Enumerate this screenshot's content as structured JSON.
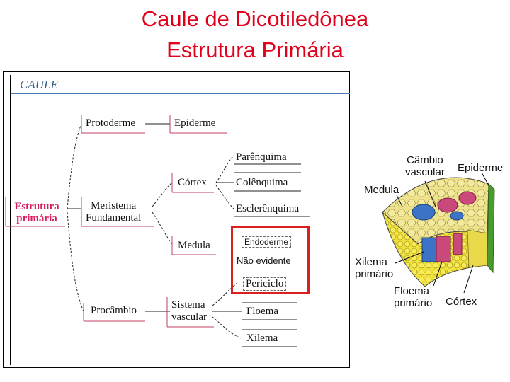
{
  "title_line1": "Caule de Dicotiledônea",
  "title_line2": "Estrutura Primária",
  "diagram": {
    "caule": "CAULE",
    "root": [
      "Estrutura",
      "primária"
    ],
    "protoderme": "Protoderme",
    "epiderme": "Epiderme",
    "meristema": [
      "Meristema",
      "Fundamental"
    ],
    "cortex": "Córtex",
    "parenquima": "Parênquima",
    "colenquima": "Colênquima",
    "esclerenquima": "Esclerênquima",
    "medula": "Medula",
    "endoderme": "Endoderme",
    "nao_evidente": "Não evidente",
    "periciclo": "Periciclo",
    "procambio": "Procâmbio",
    "sistema": [
      "Sistema",
      "vascular"
    ],
    "floema": "Floema",
    "xilema": "Xilema"
  },
  "stem_figure": {
    "cambio": [
      "Câmbio",
      "vascular"
    ],
    "epiderme": "Epiderme",
    "medula": "Medula",
    "xilema": [
      "Xilema",
      "primário"
    ],
    "floema": [
      "Floema",
      "primário"
    ],
    "cortex": "Córtex"
  },
  "colors": {
    "title": "#e0001b",
    "highlight": "#d9201e",
    "root_label": "#d81b60"
  }
}
